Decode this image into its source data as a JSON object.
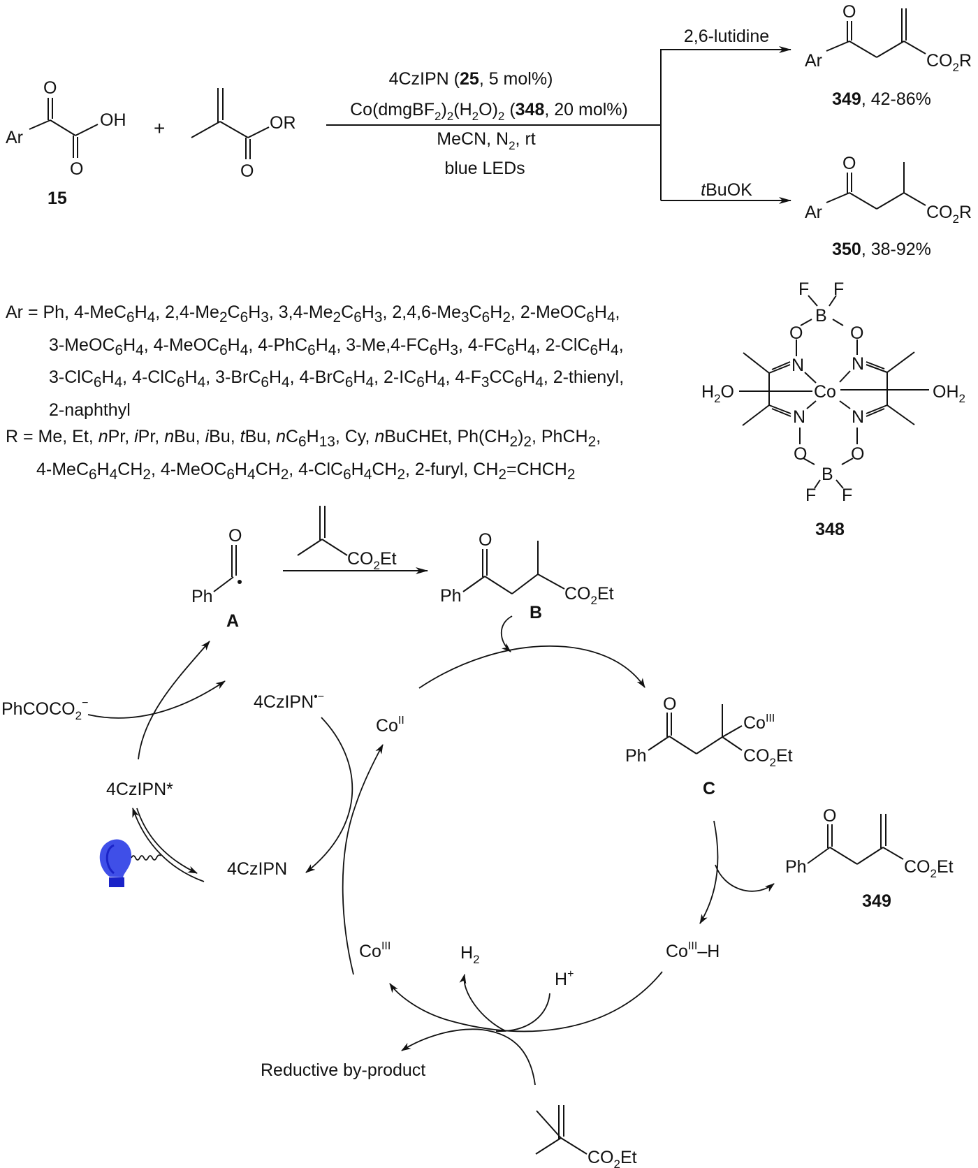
{
  "scheme": {
    "reactant_15": {
      "substituent": "Ar",
      "oxygen_top": "O",
      "oxygen_bottom": "O",
      "hydroxyl": "OH",
      "label": "15"
    },
    "plus": "+",
    "methacrylate": {
      "oxygen": "O",
      "ester": "OR"
    },
    "conditions": {
      "line1_pre": "4CzIPN (",
      "line1_bold": "25",
      "line1_post": ", 5 mol%)",
      "line2_pre": "Co(dmgBF",
      "line2_sub1": "2",
      "line2_mid1": ")",
      "line2_sub2": "2",
      "line2_mid2": "(H",
      "line2_sub3": "2",
      "line2_mid3": "O)",
      "line2_sub4": "2",
      "line2_mid4": " (",
      "line2_bold": "348",
      "line2_post": ", 20 mol%)",
      "line3_pre": "MeCN, N",
      "line3_sub": "2",
      "line3_post": ", rt",
      "line4": "blue LEDs"
    },
    "branches": [
      {
        "reagent": "2,6-lutidine",
        "reagent_italic_prefix": "",
        "product_label": "349",
        "yield": ", 42-86%"
      },
      {
        "reagent": "BuOK",
        "reagent_italic_prefix": "t",
        "product_label": "350",
        "yield": ", 38-92%"
      }
    ],
    "product_349": {
      "ar": "Ar",
      "o": "O",
      "co2r_pre": "CO",
      "co2r_sub": "2",
      "co2r_post": "R"
    },
    "product_350": {
      "ar": "Ar",
      "o": "O",
      "co2r_pre": "CO",
      "co2r_sub": "2",
      "co2r_post": "R"
    }
  },
  "scope": {
    "ar_lines": [
      "Ar = Ph, 4-MeC<sub>6</sub>H<sub>4</sub>, 2,4-Me<sub>2</sub>C<sub>6</sub>H<sub>3</sub>, 3,4-Me<sub>2</sub>C<sub>6</sub>H<sub>3</sub>, 2,4,6-Me<sub>3</sub>C<sub>6</sub>H<sub>2</sub>, 2-MeOC<sub>6</sub>H<sub>4</sub>,",
      "3-MeOC<sub>6</sub>H<sub>4</sub>, 4-MeOC<sub>6</sub>H<sub>4</sub>, 4-PhC<sub>6</sub>H<sub>4</sub>, 3-Me,4-FC<sub>6</sub>H<sub>3</sub>, 4-FC<sub>6</sub>H<sub>4</sub>, 2-ClC<sub>6</sub>H<sub>4</sub>,",
      "3-ClC<sub>6</sub>H<sub>4</sub>, 4-ClC<sub>6</sub>H<sub>4</sub>, 3-BrC<sub>6</sub>H<sub>4</sub>, 4-BrC<sub>6</sub>H<sub>4</sub>, 2-IC<sub>6</sub>H<sub>4</sub>, 4-F<sub>3</sub>CC<sub>6</sub>H<sub>4</sub>, 2-thienyl,",
      "2-naphthyl"
    ],
    "r_lines": [
      "R = Me, Et, <i>n</i>Pr, <i>i</i>Pr, <i>n</i>Bu, <i>i</i>Bu, <i>t</i>Bu, <i>n</i>C<sub>6</sub>H<sub>13</sub>, Cy, <i>n</i>BuCHEt, Ph(CH<sub>2</sub>)<sub>2</sub>, PhCH<sub>2</sub>,",
      "4-MeC<sub>6</sub>H<sub>4</sub>CH<sub>2</sub>, 4-MeOC<sub>6</sub>H<sub>4</sub>CH<sub>2</sub>, 4-ClC<sub>6</sub>H<sub>4</sub>CH<sub>2</sub>, 2-furyl, CH<sub>2</sub>=CHCH<sub>2</sub>"
    ]
  },
  "catalyst_348": {
    "label": "348",
    "metal": "Co",
    "boron": "B",
    "fluorine": "F",
    "oxygen": "O",
    "nitrogen": "N",
    "h2o_left_pre": "H",
    "h2o_left_sub": "2",
    "h2o_left_post": "O",
    "h2o_right_pre": "OH",
    "h2o_right_sub": "2"
  },
  "mechanism": {
    "species_A": {
      "label": "A",
      "ph": "Ph",
      "o": "O"
    },
    "reagent_top": {
      "co2et_pre": "CO",
      "co2et_sub": "2",
      "co2et_post": "Et"
    },
    "species_B": {
      "label": "B",
      "ph": "Ph",
      "o": "O",
      "co2et_pre": "CO",
      "co2et_sub": "2",
      "co2et_post": "Et"
    },
    "species_C": {
      "label": "C",
      "ph": "Ph",
      "o": "O",
      "co_pre": "Co",
      "co_sup": "III",
      "co2et_pre": "CO",
      "co2et_sub": "2",
      "co2et_post": "Et"
    },
    "product_349": {
      "label": "349",
      "ph": "Ph",
      "o": "O",
      "co2et_pre": "CO",
      "co2et_sub": "2",
      "co2et_post": "Et"
    },
    "phcoco2": {
      "pre": "PhCOCO",
      "sub": "2",
      "sup": "−"
    },
    "pc_radical_anion": {
      "pre": "4CzIPN",
      "sup": "•−"
    },
    "pc_excited": "4CzIPN*",
    "pc_ground": "4CzIPN",
    "co_ii": {
      "pre": "Co",
      "sup": "II"
    },
    "co_iii": {
      "pre": "Co",
      "sup": "III"
    },
    "co_iii_h": {
      "pre": "Co",
      "sup": "III",
      "post": "–H"
    },
    "h2": {
      "pre": "H",
      "sub": "2"
    },
    "h_plus": {
      "pre": "H",
      "sup": "+"
    },
    "by_product": "Reductive by-product",
    "reagent_bottom": {
      "co2et_pre": "CO",
      "co2et_sub": "2",
      "co2et_post": "Et"
    },
    "light_source_color": "#3f4fe8"
  }
}
